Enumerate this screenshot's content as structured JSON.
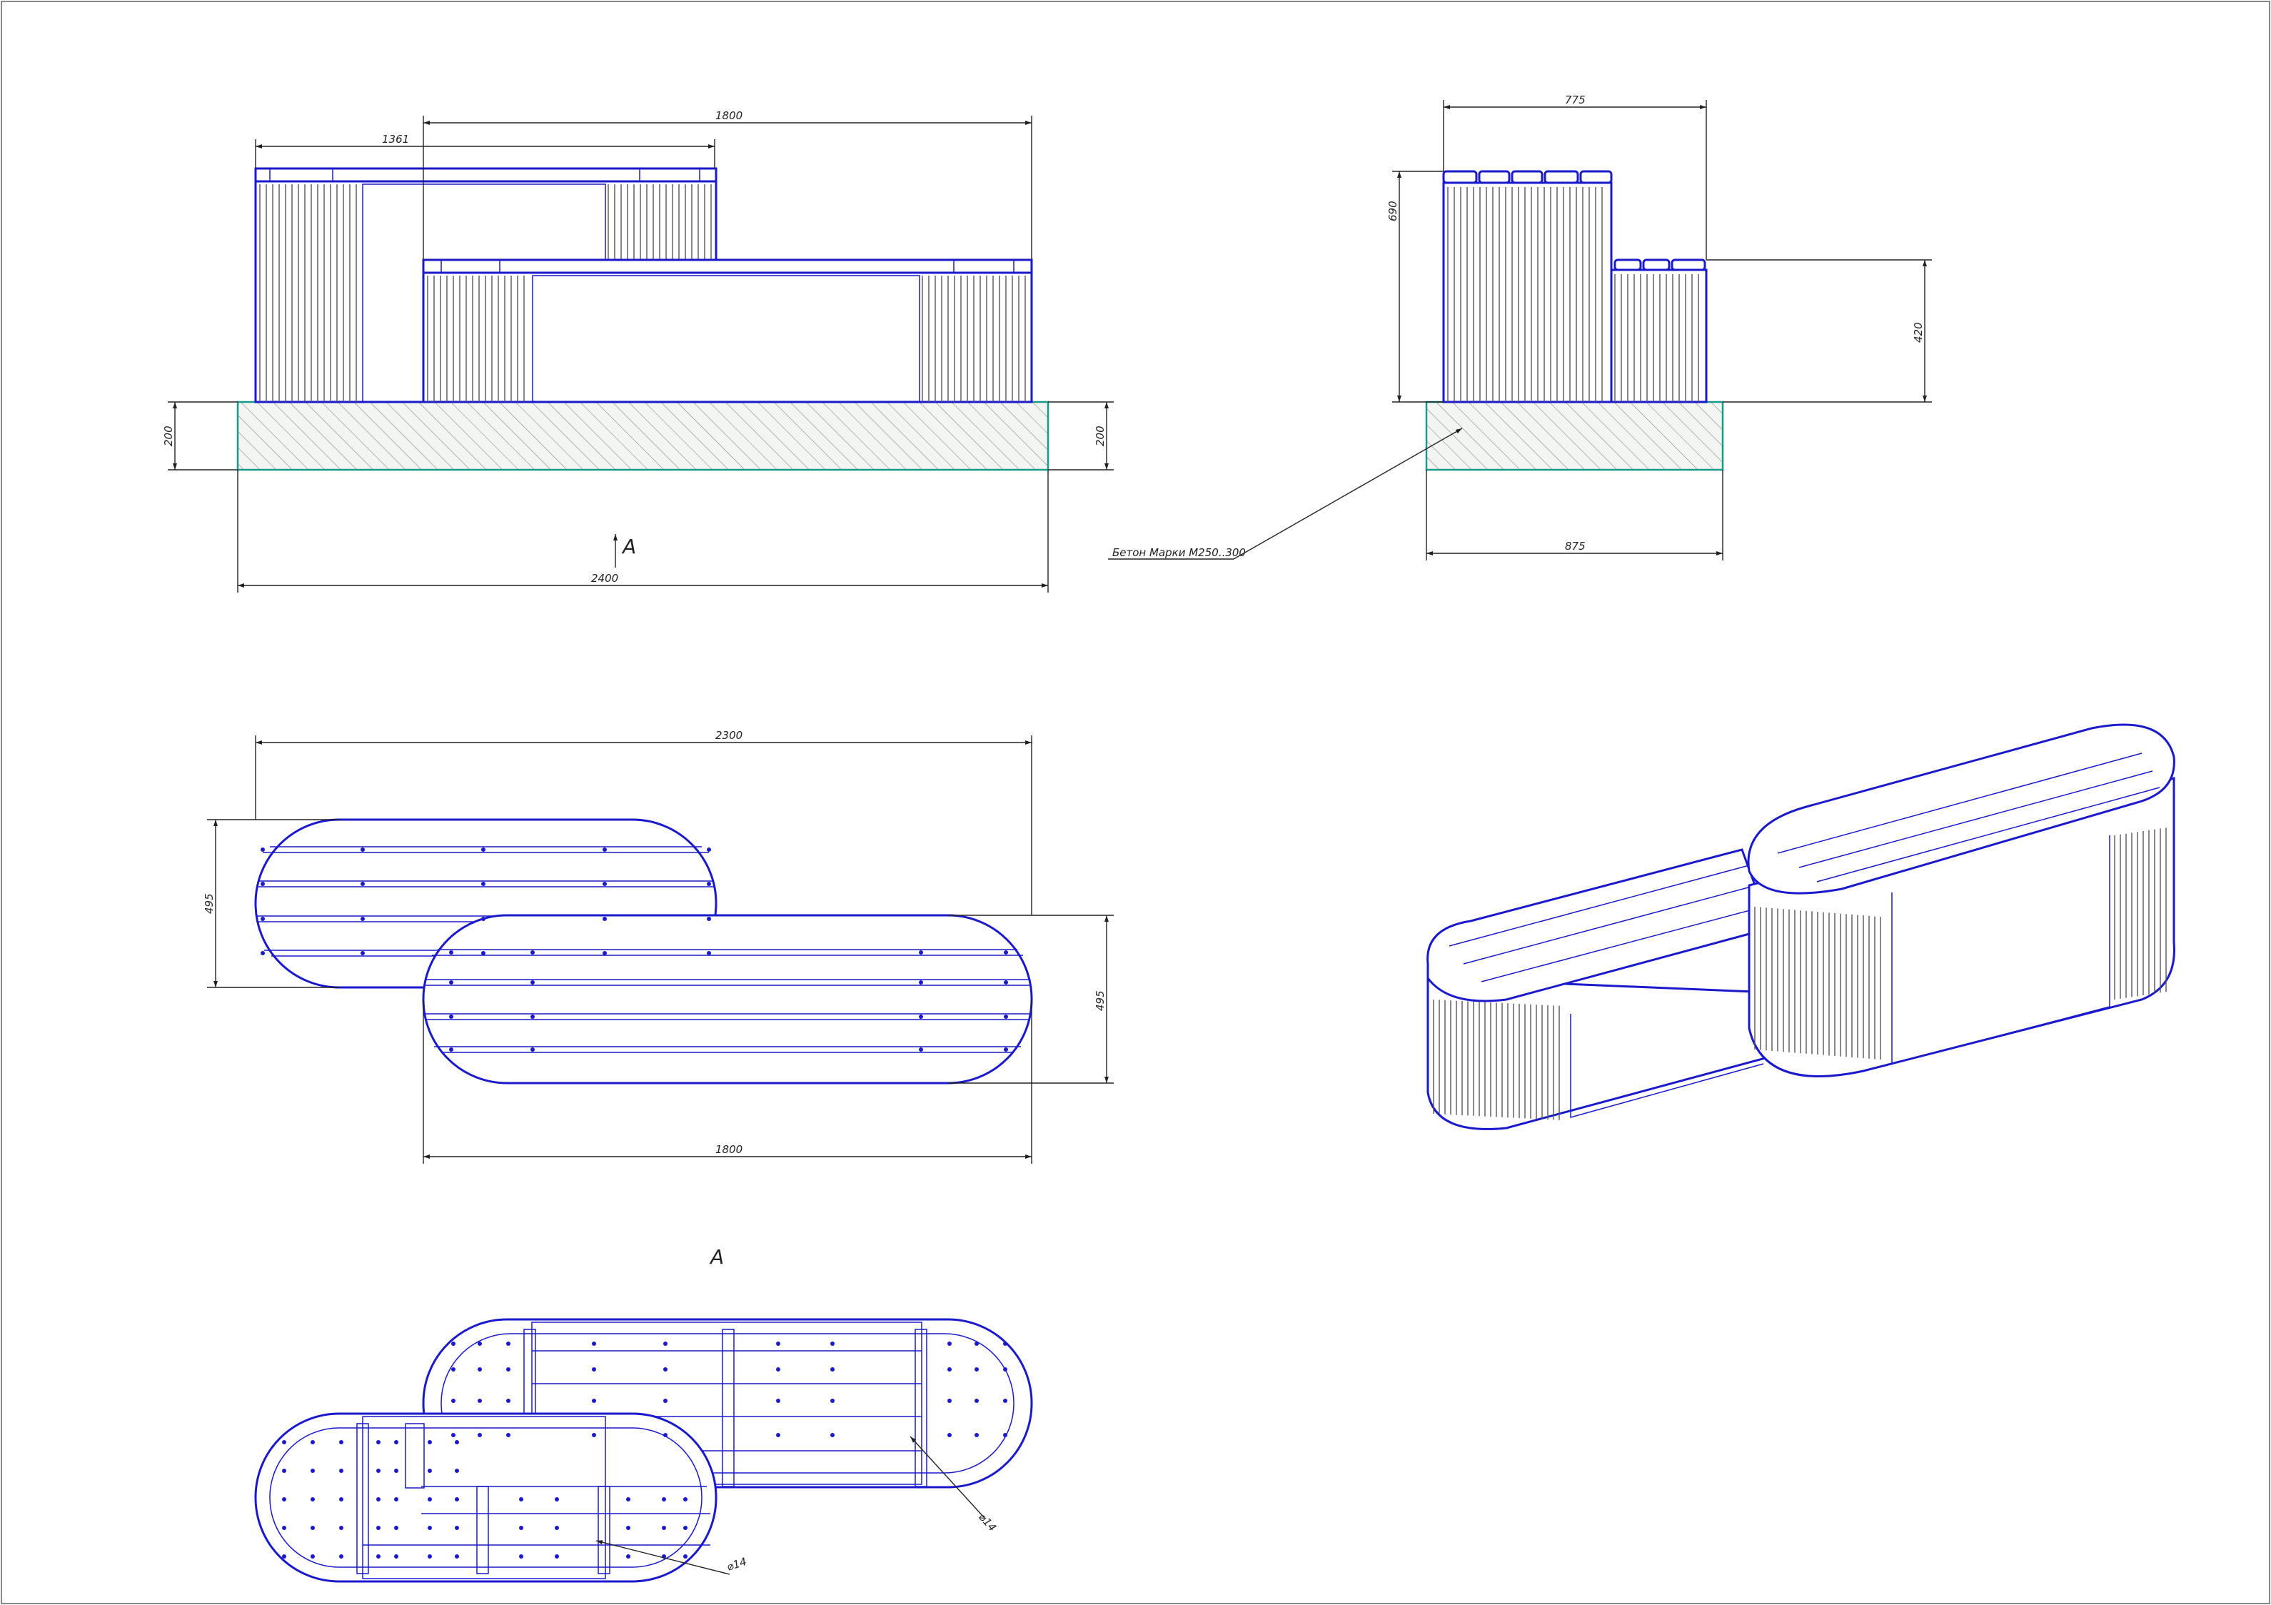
{
  "drawing": {
    "front_view": {
      "top_bench_length": "1361",
      "lower_bench_length": "1800",
      "base_height_left": "200",
      "base_height_right": "200",
      "overall_length": "2400",
      "view_marker": "A"
    },
    "side_view": {
      "top_width": "775",
      "total_height": "690",
      "seat_height": "420",
      "base_width": "875",
      "material_note": "Бетон Марки М250..300"
    },
    "plan_view": {
      "overall_length": "2300",
      "upper_depth": "495",
      "lower_depth": "495",
      "lower_length": "1800"
    },
    "bottom_view": {
      "title": "A",
      "hole_label_1": "⌀14",
      "hole_label_2": "⌀14"
    }
  },
  "colors": {
    "outline": "#1a1acc",
    "concrete_edge": "#1a9a8a",
    "dimension": "#222222"
  }
}
